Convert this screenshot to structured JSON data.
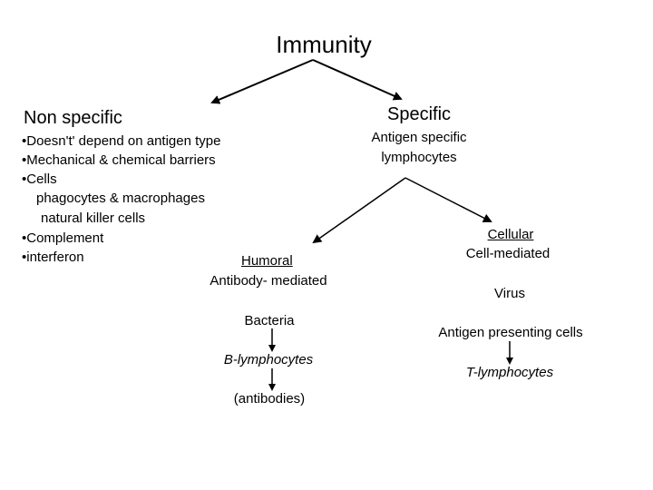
{
  "title": "Immunity",
  "nonspecific": {
    "heading": "Non specific",
    "bullet_1": "•Doesn't' depend on antigen type",
    "bullet_2": "•Mechanical & chemical barriers",
    "bullet_3": "•Cells",
    "cells_item_1": "phagocytes & macrophages",
    "cells_item_2": "natural killer cells",
    "bullet_4": "•Complement",
    "bullet_5": "•interferon"
  },
  "specific": {
    "heading": "Specific",
    "description_line_1": "Antigen specific",
    "description_line_2": "lymphocytes"
  },
  "humoral": {
    "title": "Humoral",
    "subtitle": "Antibody- mediated",
    "step_1": "Bacteria",
    "step_2": "B-lymphocytes",
    "step_3": "(antibodies)"
  },
  "cellular": {
    "title": "Cellular",
    "subtitle": "Cell-mediated",
    "step_1": "Virus",
    "step_2": "Antigen presenting cells",
    "step_3": "T-lymphocytes"
  },
  "colors": {
    "text": "#000000",
    "arrow": "#000000",
    "background": "#ffffff"
  }
}
